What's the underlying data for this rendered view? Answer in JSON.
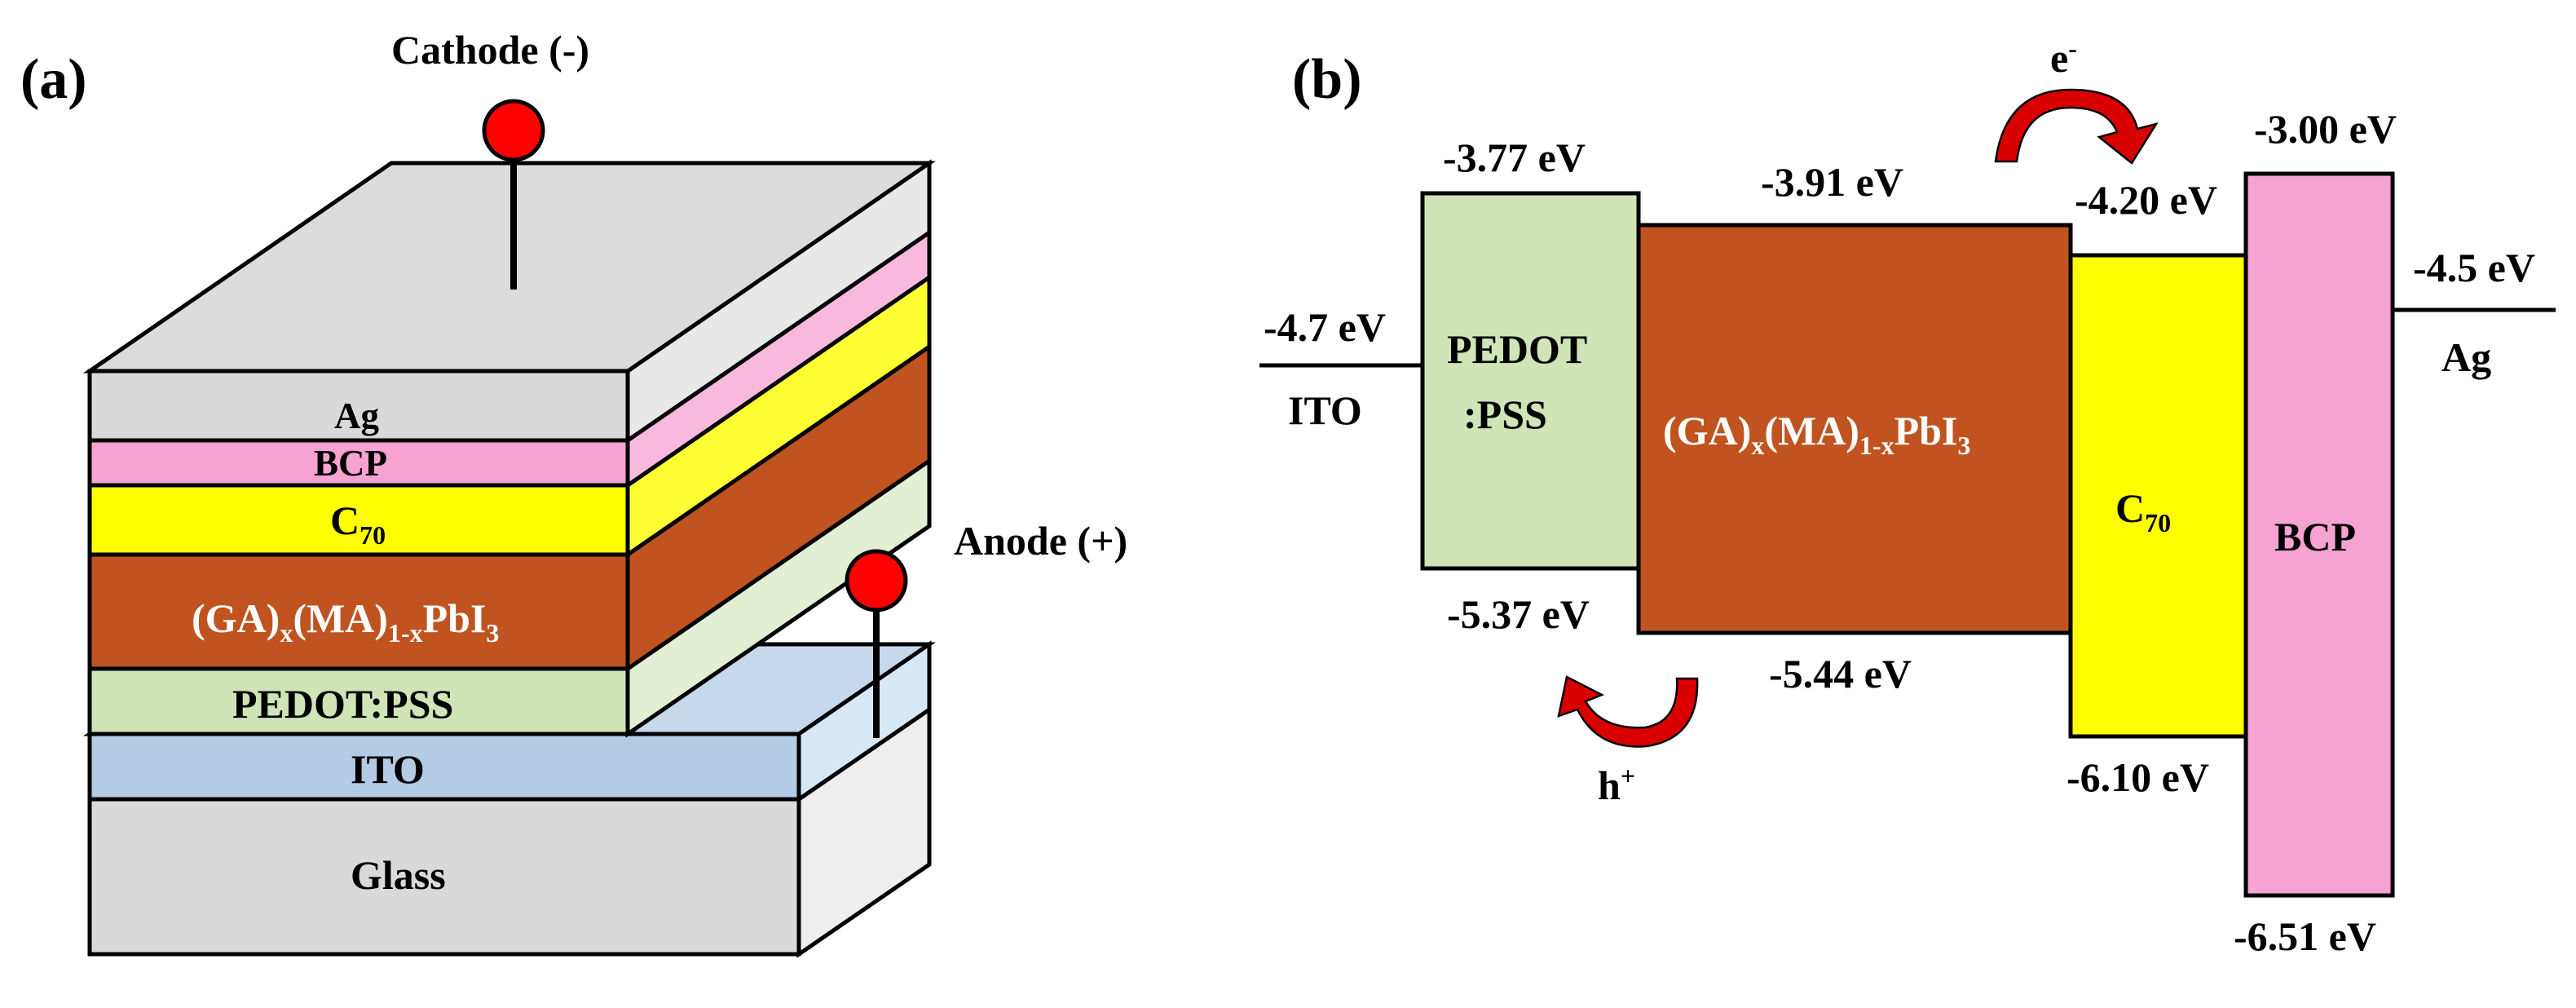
{
  "panel_a": {
    "label": "(a)",
    "cathode": "Cathode (-)",
    "anode": "Anode (+)",
    "layers": {
      "ag": "Ag",
      "bcp": "BCP",
      "c70_base": "C",
      "c70_sub": "70",
      "perovskite": {
        "p1": "(GA)",
        "s1": "x",
        "p2": "(MA)",
        "s2": "1-x",
        "p3": "PbI",
        "s3": "3"
      },
      "pedot": "PEDOT:PSS",
      "ito": "ITO",
      "glass": "Glass"
    }
  },
  "panel_b": {
    "label": "(b)",
    "ito_label": "ITO",
    "ito_level": "-4.7 eV",
    "ag_label": "Ag",
    "ag_level": "-4.5 eV",
    "pedot_line1": "PEDOT",
    "pedot_line2": ":PSS",
    "pedot_top": "-3.77 eV",
    "pedot_bottom": "-5.37 eV",
    "perovskite": {
      "p1": "(GA)",
      "s1": "x",
      "p2": "(MA)",
      "s2": "1-x",
      "p3": "PbI",
      "s3": "3"
    },
    "perovskite_top": "-3.91 eV",
    "perovskite_bottom": "-5.44 eV",
    "c70_base": "C",
    "c70_sub": "70",
    "c70_top": "-4.20 eV",
    "c70_bottom": "-6.10 eV",
    "bcp_label": "BCP",
    "bcp_top": "-3.00 eV",
    "bcp_bottom": "-6.51 eV",
    "electron_base": "e",
    "electron_sup": "-",
    "hole_base": "h",
    "hole_sup": "+"
  },
  "colors": {
    "ag": "#d9d9d9",
    "bcp": "#f7a3d1",
    "c70": "#ffff00",
    "perovskite": "#c0531f",
    "pedot": "#d1e4b8",
    "ito": "#b3cbe4",
    "glass": "#d9d9d9",
    "pin": "#ff0000",
    "arrow": "#d80000"
  }
}
